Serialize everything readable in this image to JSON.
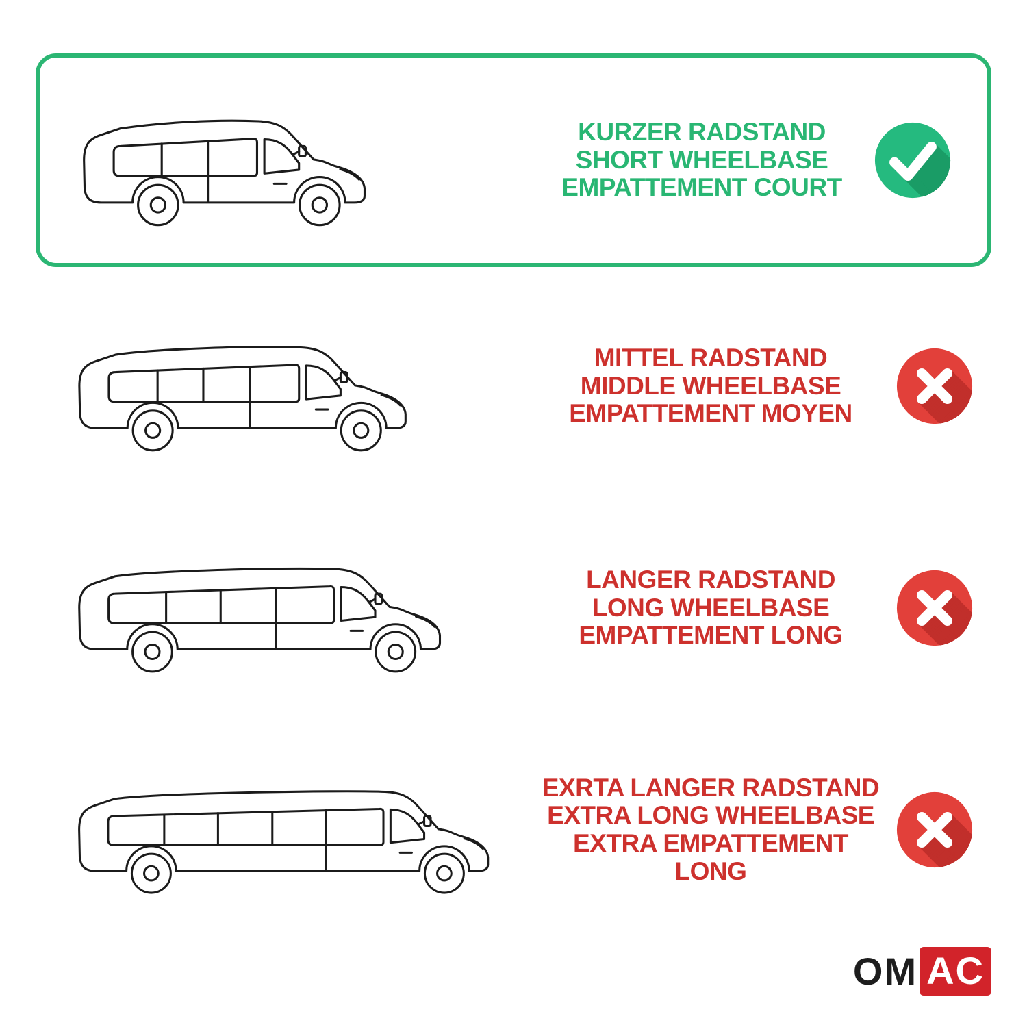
{
  "colors": {
    "highlight_border_green": "#2BB673",
    "text_green": "#29B673",
    "text_red": "#CD312D",
    "check_circle_green": "#25BA7F",
    "check_shadow_green": "#1A9C66",
    "cross_circle_red": "#E2403A",
    "cross_shadow_red": "#C12F2B",
    "line_art": "#1B1B1B",
    "logo_red": "#D2232A"
  },
  "rows": [
    {
      "id": "short-wheelbase",
      "highlighted": true,
      "icon": "check-icon",
      "lines": [
        "KURZER RADSTAND",
        "SHORT WHEELBASE",
        "EMPATTEMENT COURT"
      ]
    },
    {
      "id": "middle-wheelbase",
      "highlighted": false,
      "icon": "cross-icon",
      "lines": [
        "MITTEL RADSTAND",
        "MIDDLE WHEELBASE",
        "EMPATTEMENT MOYEN"
      ]
    },
    {
      "id": "long-wheelbase",
      "highlighted": false,
      "icon": "cross-icon",
      "lines": [
        "LANGER RADSTAND",
        "LONG WHEELBASE",
        "EMPATTEMENT LONG"
      ]
    },
    {
      "id": "extra-long-wheelbase",
      "highlighted": false,
      "icon": "cross-icon",
      "lines": [
        "EXRTA LANGER RADSTAND",
        "EXTRA LONG WHEELBASE",
        "EXTRA EMPATTEMENT LONG"
      ]
    }
  ],
  "logo": {
    "left": "OM",
    "right": "AC"
  }
}
